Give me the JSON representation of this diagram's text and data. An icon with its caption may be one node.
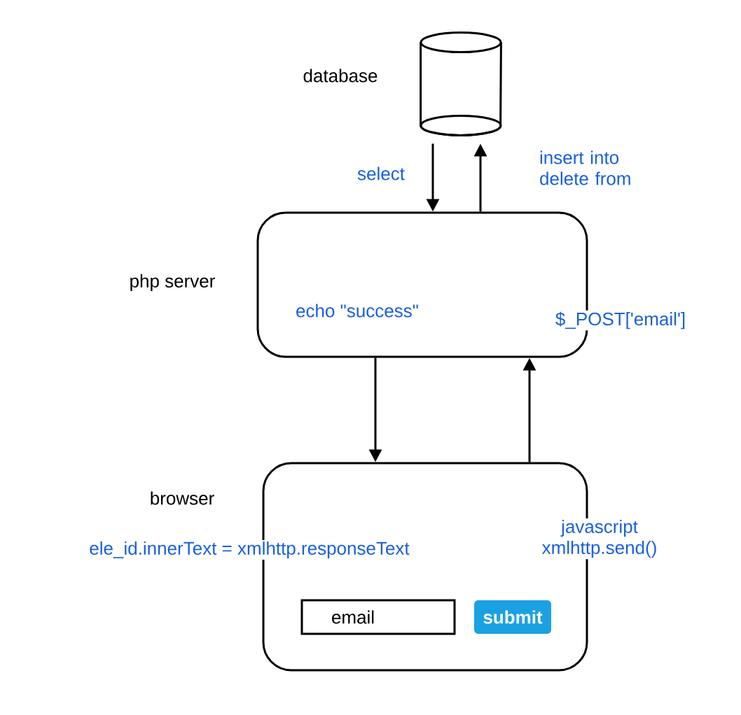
{
  "diagram": {
    "nodes": [
      {
        "text": [],
        "shape": "cylinder",
        "beside": [
          "database"
        ]
      },
      {
        "text": [
          "echo \"success\"",
          "$_POST['email']"
        ],
        "beside": [
          "php server"
        ]
      },
      {
        "text": [
          "javascript xmlhttp.send()"
        ],
        "beside": [
          "browser",
          "ele_id.innerText = xmlhttp.responseText"
        ]
      },
      {
        "text": [
          "email"
        ],
        "in": 2
      },
      {
        "text": [
          "submit"
        ],
        "in": 2
      }
    ],
    "edges": [
      {
        "from": 0,
        "to": 1,
        "arrow": "to",
        "label": "select"
      },
      {
        "from": 1,
        "to": 0,
        "arrow": "to",
        "label": "insert into delete from"
      },
      {
        "from": 1,
        "to": 2,
        "arrow": "to"
      },
      {
        "from": 2,
        "to": 1,
        "arrow": "to"
      }
    ]
  }
}
